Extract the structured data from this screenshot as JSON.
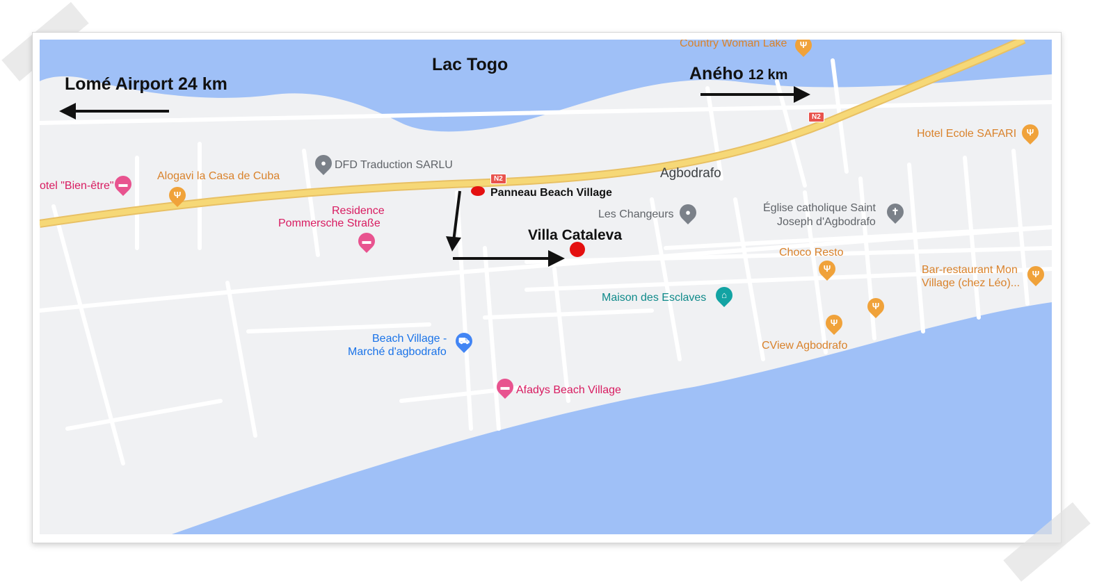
{
  "labels": {
    "lake": "Lac Togo",
    "airport_prefix": "Lomé Airport",
    "airport_km": "24 km",
    "aneho_prefix": "Aného",
    "aneho_km": "12 km",
    "town": "Agbodrafo",
    "panneau": "Panneau Beach Village",
    "villa": "Villa Cataleva"
  },
  "road_shield": "N2",
  "pois": {
    "country_woman": "Country Woman Lake",
    "hotel_safari": "Hotel Ecole SAFARI",
    "dfd": "DFD Traduction SARLU",
    "alogavi": "Alogavi la Casa de Cuba",
    "bien_etre": "otel \"Bien-être\"",
    "residence_1": "Residence",
    "residence_2": "Pommersche Straße",
    "changeurs": "Les Changeurs",
    "eglise_1": "Église catholique Saint",
    "eglise_2": "Joseph d'Agbodrafo",
    "choco": "Choco Resto",
    "bar_1": "Bar-restaurant Mon",
    "bar_2": "Village (chez Léo)...",
    "esclaves": "Maison des Esclaves",
    "beach_market_1": "Beach Village -",
    "beach_market_2": "Marché d'agbodrafo",
    "cview": "CView Agbodrafo",
    "afadys": "Afadys Beach Village"
  },
  "icons": {
    "food": "fork-knife-icon",
    "hotel": "bed-icon",
    "place": "location-pin-icon",
    "church": "cross-icon",
    "museum": "museum-icon",
    "shop": "cart-icon"
  },
  "colors": {
    "water": "#9fc0f7",
    "land": "#f0f1f3",
    "road_main": "#f6cf65",
    "road_minor": "#ffffff",
    "marker": "#e41010"
  }
}
